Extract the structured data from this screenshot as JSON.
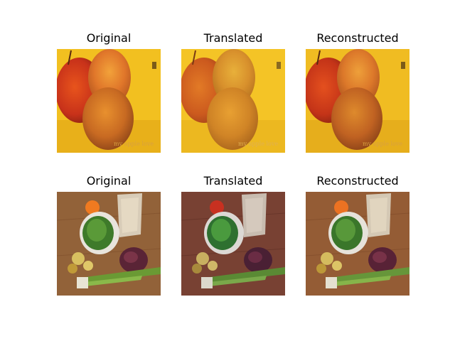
{
  "figure": {
    "rows": [
      {
        "scene": "apples-and-mango",
        "panels": [
          {
            "title": "Original"
          },
          {
            "title": "Translated"
          },
          {
            "title": "Reconstructed"
          }
        ]
      },
      {
        "scene": "vegetables-on-table",
        "panels": [
          {
            "title": "Original"
          },
          {
            "title": "Translated"
          },
          {
            "title": "Reconstructed"
          }
        ]
      }
    ]
  }
}
